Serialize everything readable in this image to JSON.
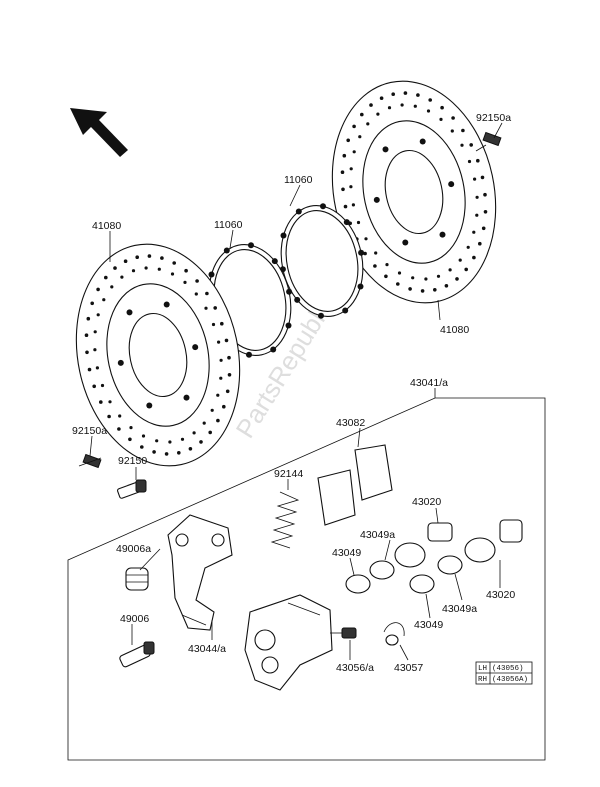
{
  "watermark": "PartsRepublik",
  "labels": {
    "disc_left": "41080",
    "disc_right": "41080",
    "gasket_left": "11060",
    "gasket_right": "11060",
    "bolt_disc_right": "92150a",
    "bolt_disc_left": "92150a",
    "bolt_bracket": "92150",
    "caliper_assy": "43041/a",
    "pad_set": "43082",
    "pad_spring": "92144",
    "piston_small": "43020",
    "piston_large": "43020",
    "seal_dust_upper": "43049a",
    "seal_dust_lower": "43049a",
    "seal_piston_left": "43049",
    "seal_piston_right": "43049",
    "boot": "49006a",
    "pin": "49006",
    "bracket": "43044/a",
    "bleeder": "43056/a",
    "cap": "43057"
  },
  "legend": {
    "row_lh_side": "LH",
    "row_lh_code": "(43056)",
    "row_rh_side": "RH",
    "row_rh_code": "(43056A)"
  }
}
